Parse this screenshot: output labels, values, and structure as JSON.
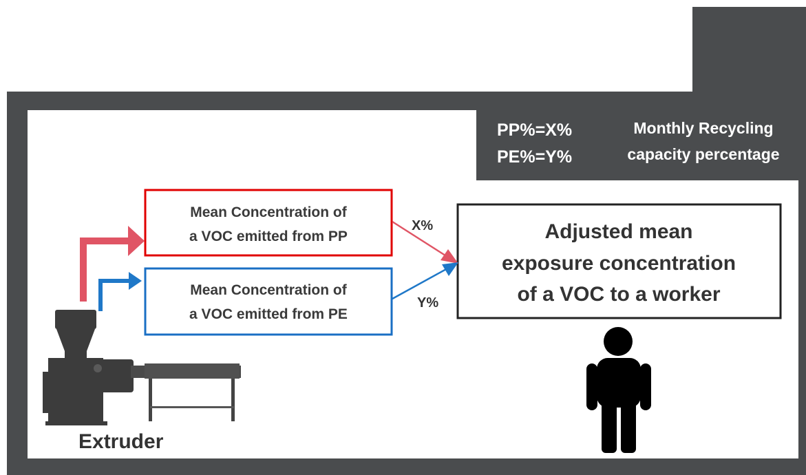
{
  "legend": {
    "pp_line": "PP%=X%",
    "pe_line": "PE%=Y%",
    "caption_line1": "Monthly Recycling",
    "caption_line2": "capacity percentage"
  },
  "pp_box": {
    "line1": "Mean Concentration of",
    "line2": "a VOC emitted from PP"
  },
  "pe_box": {
    "line1": "Mean Concentration of",
    "line2": "a VOC emitted from PE"
  },
  "weights": {
    "pp": "X%",
    "pe": "Y%"
  },
  "result_box": {
    "line1": "Adjusted mean",
    "line2": "exposure concentration",
    "line3": "of a VOC to a worker"
  },
  "extruder_label": "Extruder",
  "colors": {
    "frame": "#4a4c4e",
    "pp": "#e00000",
    "pe": "#1a6fc4",
    "pp_arrow": "#e05565",
    "pe_arrow": "#1f78c8",
    "text": "#3a3a3a",
    "machine": "#3c3c3c"
  }
}
